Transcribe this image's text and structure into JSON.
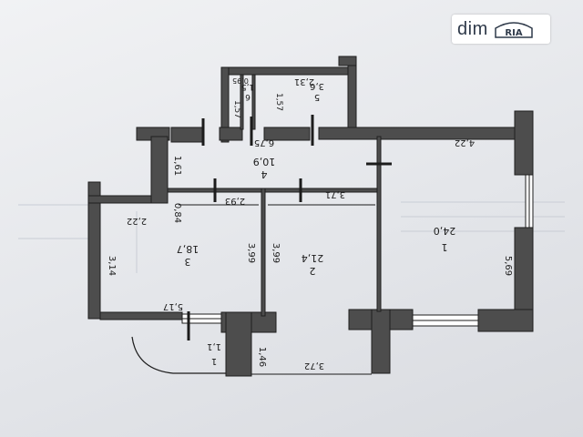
{
  "watermark": {
    "brand": "dim",
    "logo": "RIA"
  },
  "faint_header": "",
  "plan": {
    "rooms": [
      {
        "id": "1",
        "number": "1",
        "area": "24,0"
      },
      {
        "id": "2",
        "number": "2",
        "area": "21,4"
      },
      {
        "id": "3",
        "number": "3",
        "area": "18,7"
      },
      {
        "id": "4",
        "number": "4",
        "area": "10,9"
      },
      {
        "id": "5",
        "number": "5",
        "area": "3,6"
      },
      {
        "id": "6",
        "number": "6",
        "area": "1,5"
      },
      {
        "id": "balcony",
        "number": "1",
        "area": "1,1"
      }
    ],
    "dimensions": {
      "d_422": "4,22",
      "d_569": "5,69",
      "d_372": "3,72",
      "d_146": "1,46",
      "d_517": "5,17",
      "d_314": "3,14",
      "d_222": "2,22",
      "d_084": "0,84",
      "d_161": "1,61",
      "d_293": "2,93",
      "d_371": "3,71",
      "d_399a": "3,99",
      "d_399b": "3,99",
      "d_675": "6,75",
      "d_157a": "1,57",
      "d_157b": "1,57",
      "d_095": "0,95",
      "d_231": "2,31"
    }
  }
}
